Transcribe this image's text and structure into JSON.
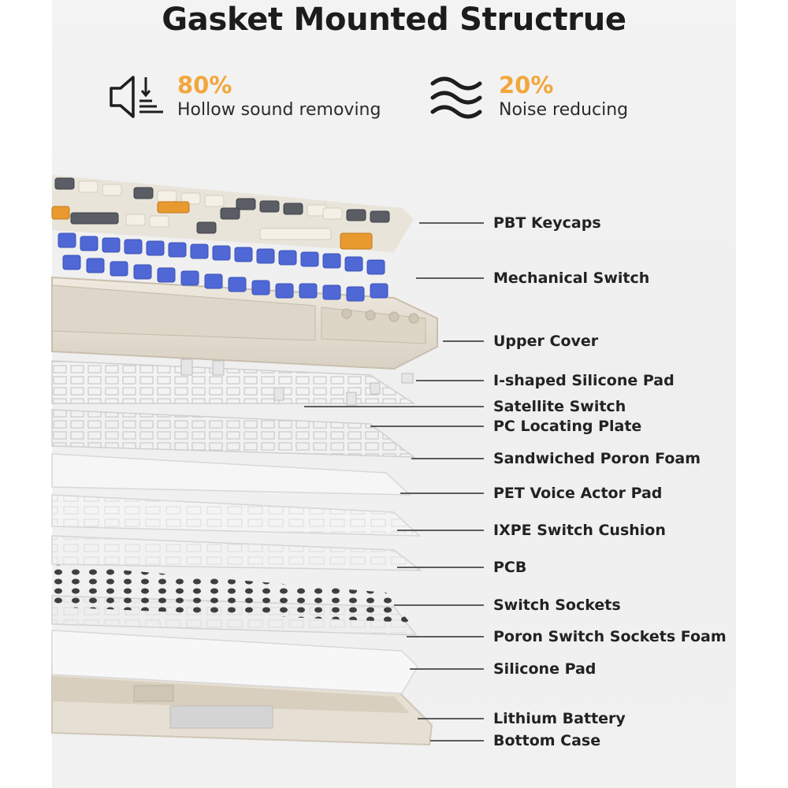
{
  "header": {
    "title": "Gasket Mounted Structrue"
  },
  "stats": [
    {
      "icon": "speaker-volume-down-icon",
      "percent": "80%",
      "desc": "Hollow sound removing"
    },
    {
      "icon": "waves-icon",
      "percent": "20%",
      "desc": "Noise reducing"
    }
  ],
  "colors": {
    "accent": "#f2a63b",
    "switch": "#4f68d6",
    "cover": "#e9e2d6"
  },
  "layers": [
    {
      "label": "PBT Keycaps"
    },
    {
      "label": "Mechanical Switch"
    },
    {
      "label": "Upper Cover"
    },
    {
      "label": "I-shaped Silicone Pad"
    },
    {
      "label": "Satellite Switch"
    },
    {
      "label": "PC Locating Plate"
    },
    {
      "label": "Sandwiched Poron Foam"
    },
    {
      "label": "PET Voice Actor Pad"
    },
    {
      "label": "IXPE Switch Cushion"
    },
    {
      "label": "PCB"
    },
    {
      "label": "Switch Sockets"
    },
    {
      "label": "Poron Switch Sockets Foam"
    },
    {
      "label": "Silicone Pad"
    },
    {
      "label": "Lithium Battery"
    },
    {
      "label": "Bottom Case"
    }
  ]
}
